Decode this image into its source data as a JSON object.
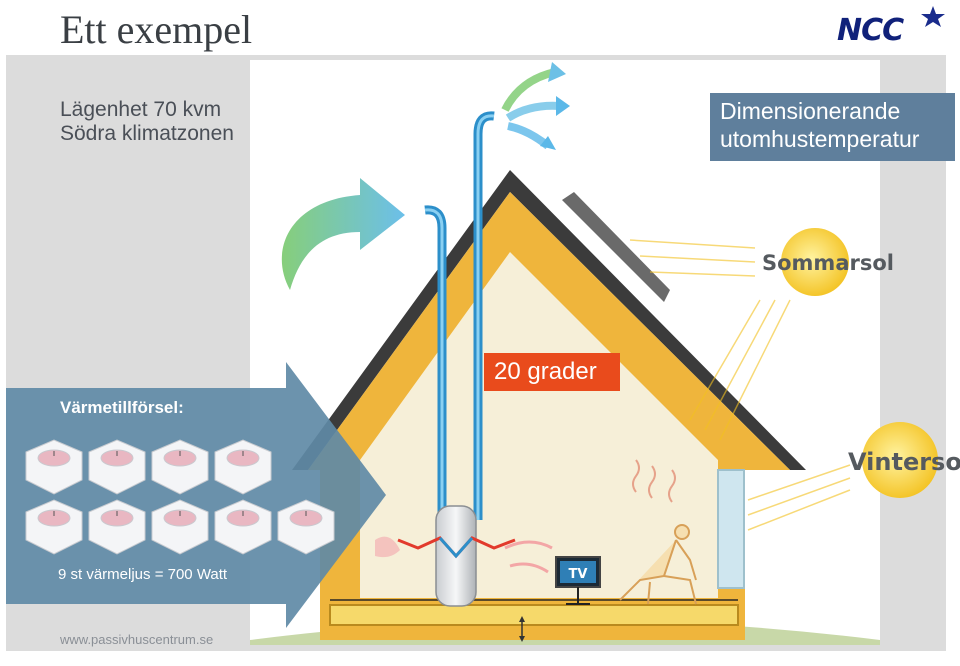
{
  "slide": {
    "title": "Ett exempel"
  },
  "logo": {
    "text": "NCC"
  },
  "apartment": {
    "line1": "Lägenhet 70 kvm",
    "line2": "Södra klimatzonen"
  },
  "outdoor": {
    "line1": "Dimensionerande",
    "line2": "utomhustemperatur"
  },
  "indoor": {
    "temperature": "20 grader"
  },
  "heating": {
    "title": "Värmetillförsel:",
    "candles_count": 9,
    "candles_summary": "9 st värmeljus = 700 Watt"
  },
  "sun": {
    "summer": "Sommarsol",
    "winter": "Vintersol"
  },
  "tv": {
    "label": "TV"
  },
  "footer": {
    "website": "www.passivhuscentrum.se"
  },
  "colors": {
    "accent_arrow": "#5f8aa6",
    "temp_box": "#e94b1c",
    "sun": "#f6c624",
    "frame": "#efb53c",
    "duct": "#2c8fca"
  }
}
